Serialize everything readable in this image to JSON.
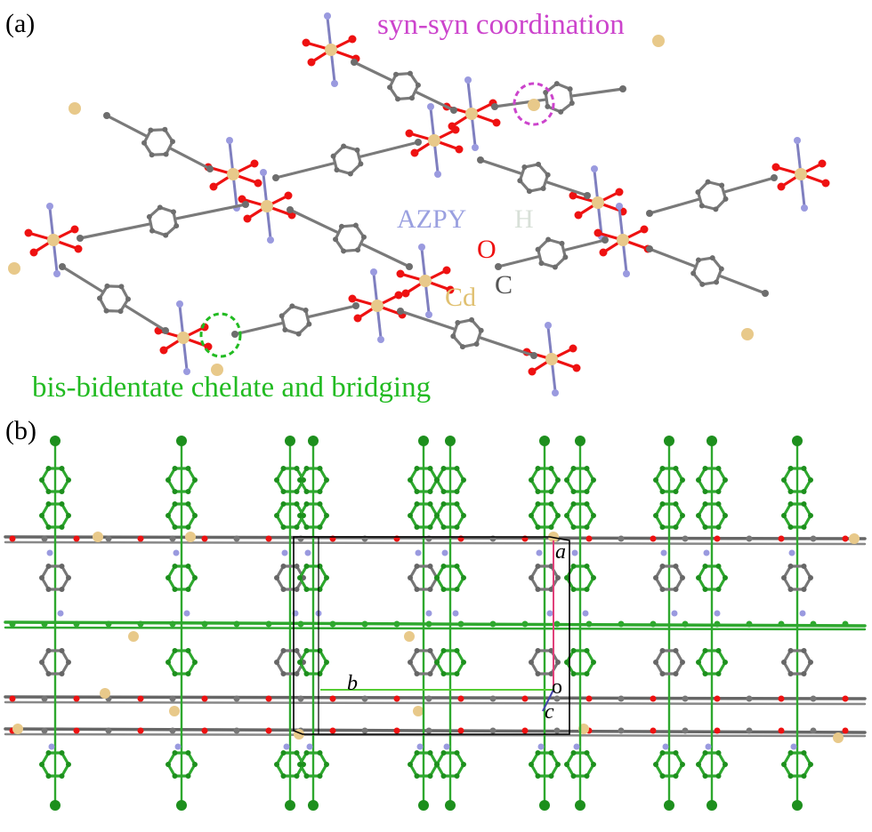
{
  "panels": {
    "a": {
      "label": "(a)",
      "annotations": {
        "syn_syn": "syn-syn coordination",
        "bis_bidentate": "bis-bidentate chelate and bridging"
      },
      "atom_legend": {
        "azpy": "AZPY",
        "h": "H",
        "o": "O",
        "c": "C",
        "cd": "Cd"
      }
    },
    "b": {
      "label": "(b)",
      "cell_axes": {
        "a": "a",
        "b": "b",
        "c": "c",
        "origin": "o"
      }
    }
  },
  "colors": {
    "background": "#ffffff",
    "syn_syn": "#cc44cc",
    "bis_bidentate": "#22bb22",
    "azpy": "#9aa0e0",
    "h": "#d8e0d8",
    "o": "#ee1111",
    "c": "#555555",
    "cd": "#e0c070",
    "carbon_bond": "#7a7a7a",
    "cd_atom": "#e8c98a",
    "n_atom": "#9a9adf",
    "cl_ligand": "#2ea82e",
    "cl_atom": "#1d8f1d",
    "cell_a": "#e0407a",
    "cell_b": "#55cc33",
    "cell_c": "#4444aa",
    "cell_edge": "#000000"
  }
}
